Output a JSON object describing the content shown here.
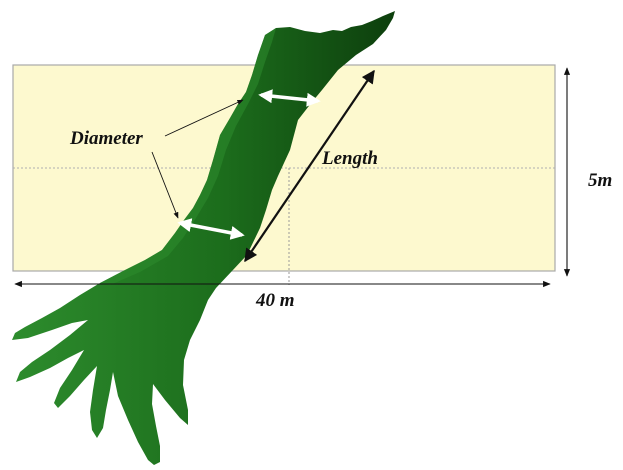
{
  "diagram": {
    "labels": {
      "diameter": "Diameter",
      "length": "Length",
      "width_dim": "5m",
      "length_dim": "40 m"
    }
  },
  "colors": {
    "plot_fill": "#fdf9cf",
    "plot_border": "#a9a9a9",
    "dashed_line": "#b0b0b0",
    "trunk_dark": "#0d3f0d",
    "trunk_mid": "#1c6d1c",
    "trunk_light": "#2d8c2d",
    "measure_arrow": "#ffffff",
    "dimension_arrow": "#111111"
  }
}
